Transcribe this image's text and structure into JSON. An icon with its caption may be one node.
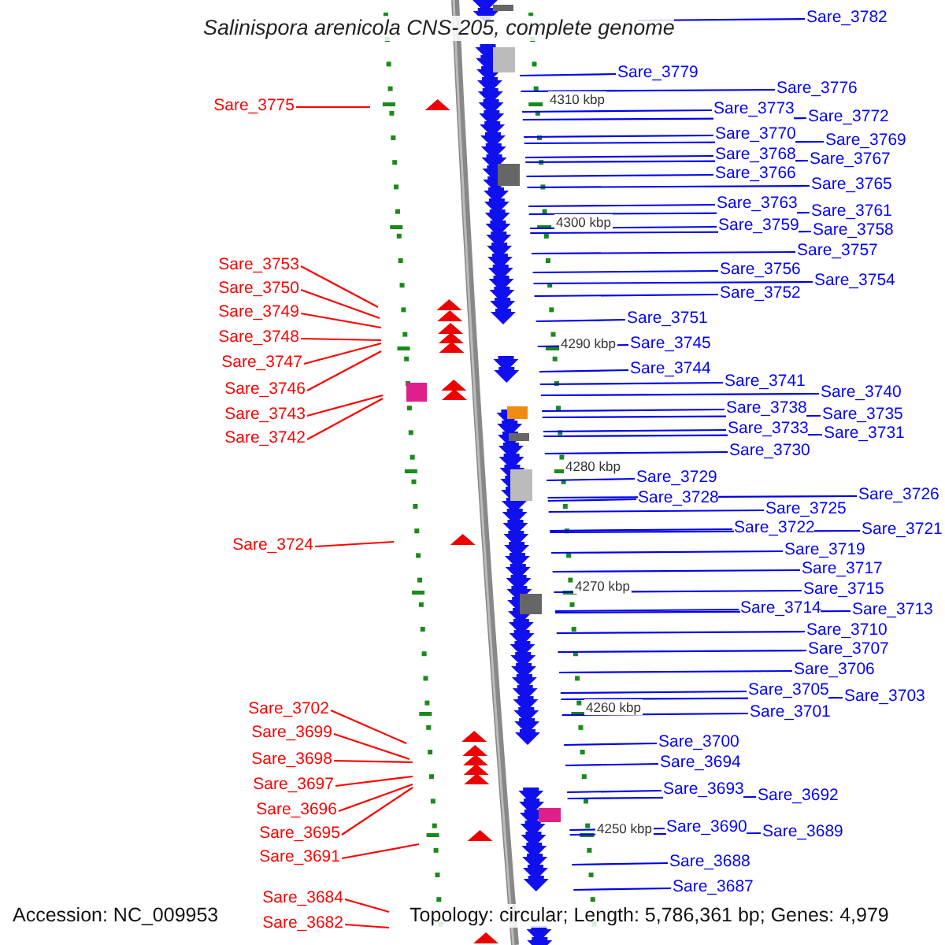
{
  "diagram": {
    "title": "Salinispora arenicola CNS-205, complete genome",
    "nodes": [
      {
        "text": [
          "Sare_3775"
        ]
      },
      {
        "text": [
          "Sare_3753"
        ]
      },
      {
        "text": [
          "Sare_3750"
        ]
      },
      {
        "text": [
          "Sare_3749"
        ]
      },
      {
        "text": [
          "Sare_3748"
        ]
      },
      {
        "text": [
          "Sare_3747"
        ]
      },
      {
        "text": [
          "Sare_3746"
        ]
      },
      {
        "text": [
          "Sare_3743"
        ]
      },
      {
        "text": [
          "Sare_3742"
        ]
      },
      {
        "text": [
          "Sare_3724"
        ]
      },
      {
        "text": [
          "Sare_3702"
        ]
      },
      {
        "text": [
          "Sare_3699"
        ]
      },
      {
        "text": [
          "Sare_3698"
        ]
      },
      {
        "text": [
          "Sare_3697"
        ]
      },
      {
        "text": [
          "Sare_3696"
        ]
      },
      {
        "text": [
          "Sare_3695"
        ]
      },
      {
        "text": [
          "Sare_3691"
        ]
      },
      {
        "text": [
          "Sare_3684"
        ]
      },
      {
        "text": [
          "Sare_3682"
        ]
      },
      {
        "text": [
          "Sare_3782"
        ]
      },
      {
        "text": [
          "Sare_3779"
        ]
      },
      {
        "text": [
          "Sare_3776"
        ]
      },
      {
        "text": [
          "Sare_3773"
        ]
      },
      {
        "text": [
          "Sare_3772"
        ]
      },
      {
        "text": [
          "Sare_3770"
        ]
      },
      {
        "text": [
          "Sare_3769"
        ]
      },
      {
        "text": [
          "Sare_3768"
        ]
      },
      {
        "text": [
          "Sare_3767"
        ]
      },
      {
        "text": [
          "Sare_3766"
        ]
      },
      {
        "text": [
          "Sare_3765"
        ]
      },
      {
        "text": [
          "Sare_3763"
        ]
      },
      {
        "text": [
          "Sare_3761"
        ]
      },
      {
        "text": [
          "Sare_3759"
        ]
      },
      {
        "text": [
          "Sare_3758"
        ]
      },
      {
        "text": [
          "Sare_3757"
        ]
      },
      {
        "text": [
          "Sare_3756"
        ]
      },
      {
        "text": [
          "Sare_3754"
        ]
      },
      {
        "text": [
          "Sare_3752"
        ]
      },
      {
        "text": [
          "Sare_3751"
        ]
      },
      {
        "text": [
          "Sare_3745"
        ]
      },
      {
        "text": [
          "Sare_3744"
        ]
      },
      {
        "text": [
          "Sare_3741"
        ]
      },
      {
        "text": [
          "Sare_3740"
        ]
      },
      {
        "text": [
          "Sare_3738"
        ]
      },
      {
        "text": [
          "Sare_3735"
        ]
      },
      {
        "text": [
          "Sare_3733"
        ]
      },
      {
        "text": [
          "Sare_3731"
        ]
      },
      {
        "text": [
          "Sare_3730"
        ]
      },
      {
        "text": [
          "Sare_3729"
        ]
      },
      {
        "text": [
          "Sare_3728"
        ]
      },
      {
        "text": [
          "Sare_3726"
        ]
      },
      {
        "text": [
          "Sare_3725"
        ]
      },
      {
        "text": [
          "Sare_3722"
        ]
      },
      {
        "text": [
          "Sare_3721"
        ]
      },
      {
        "text": [
          "Sare_3719"
        ]
      },
      {
        "text": [
          "Sare_3717"
        ]
      },
      {
        "text": [
          "Sare_3715"
        ]
      },
      {
        "text": [
          "Sare_3714"
        ]
      },
      {
        "text": [
          "Sare_3713"
        ]
      },
      {
        "text": [
          "Sare_3710"
        ]
      },
      {
        "text": [
          "Sare_3707"
        ]
      },
      {
        "text": [
          "Sare_3706"
        ]
      },
      {
        "text": [
          "Sare_3705"
        ]
      },
      {
        "text": [
          "Sare_3703"
        ]
      },
      {
        "text": [
          "Sare_3701"
        ]
      },
      {
        "text": [
          "Sare_3700"
        ]
      },
      {
        "text": [
          "Sare_3694"
        ]
      },
      {
        "text": [
          "Sare_3693"
        ]
      },
      {
        "text": [
          "Sare_3692"
        ]
      },
      {
        "text": [
          "Sare_3690"
        ]
      },
      {
        "text": [
          "Sare_3689"
        ]
      },
      {
        "text": [
          "Sare_3688"
        ]
      },
      {
        "text": [
          "Sare_3687"
        ]
      }
    ],
    "edges": [
      {
        "from": 0,
        "to": null,
        "arrow": "none",
        "color": "#ff0000"
      },
      {
        "from": 1,
        "to": null,
        "arrow": "none",
        "color": "#ff0000"
      },
      {
        "from": 2,
        "to": null,
        "arrow": "none",
        "color": "#ff0000"
      },
      {
        "from": 3,
        "to": null,
        "arrow": "none",
        "color": "#ff0000"
      },
      {
        "from": 4,
        "to": null,
        "arrow": "none",
        "color": "#ff0000"
      },
      {
        "from": 5,
        "to": null,
        "arrow": "none",
        "color": "#ff0000"
      },
      {
        "from": 6,
        "to": null,
        "arrow": "none",
        "color": "#ff0000"
      },
      {
        "from": 7,
        "to": null,
        "arrow": "none",
        "color": "#ff0000"
      },
      {
        "from": 8,
        "to": null,
        "arrow": "none",
        "color": "#ff0000"
      },
      {
        "from": 9,
        "to": null,
        "arrow": "none",
        "color": "#ff0000"
      },
      {
        "from": 10,
        "to": null,
        "arrow": "none",
        "color": "#ff0000"
      },
      {
        "from": 11,
        "to": null,
        "arrow": "none",
        "color": "#ff0000"
      },
      {
        "from": 12,
        "to": null,
        "arrow": "none",
        "color": "#ff0000"
      },
      {
        "from": 13,
        "to": null,
        "arrow": "none",
        "color": "#ff0000"
      },
      {
        "from": 14,
        "to": null,
        "arrow": "none",
        "color": "#ff0000"
      },
      {
        "from": 15,
        "to": null,
        "arrow": "none",
        "color": "#ff0000"
      },
      {
        "from": 16,
        "to": null,
        "arrow": "none",
        "color": "#ff0000"
      },
      {
        "from": 17,
        "to": null,
        "arrow": "none",
        "color": "#ff0000"
      },
      {
        "from": 18,
        "to": null,
        "arrow": "none",
        "color": "#ff0000"
      },
      {
        "from": 19,
        "to": null,
        "arrow": "none"
      },
      {
        "from": 20,
        "to": null,
        "arrow": "none"
      },
      {
        "from": 21,
        "to": null,
        "arrow": "none"
      },
      {
        "from": 22,
        "to": null,
        "arrow": "none"
      },
      {
        "from": 23,
        "to": null,
        "arrow": "none"
      },
      {
        "from": 24,
        "to": null,
        "arrow": "none"
      },
      {
        "from": 25,
        "to": null,
        "arrow": "none"
      },
      {
        "from": 26,
        "to": null,
        "arrow": "none"
      },
      {
        "from": 27,
        "to": null,
        "arrow": "none"
      },
      {
        "from": 28,
        "to": null,
        "arrow": "none"
      },
      {
        "from": 29,
        "to": null,
        "arrow": "none"
      },
      {
        "from": 30,
        "to": null,
        "arrow": "none"
      },
      {
        "from": 31,
        "to": null,
        "arrow": "none"
      },
      {
        "from": 32,
        "to": null,
        "arrow": "none"
      },
      {
        "from": 33,
        "to": null,
        "arrow": "none"
      },
      {
        "from": 34,
        "to": null,
        "arrow": "none"
      },
      {
        "from": 35,
        "to": null,
        "arrow": "none"
      },
      {
        "from": 36,
        "to": null,
        "arrow": "none"
      },
      {
        "from": 37,
        "to": null,
        "arrow": "none"
      },
      {
        "from": 38,
        "to": null,
        "arrow": "none"
      },
      {
        "from": 39,
        "to": null,
        "arrow": "none"
      },
      {
        "from": 40,
        "to": null,
        "arrow": "none"
      },
      {
        "from": 41,
        "to": null,
        "arrow": "none"
      },
      {
        "from": 42,
        "to": null,
        "arrow": "none"
      },
      {
        "from": 43,
        "to": null,
        "arrow": "none"
      },
      {
        "from": 44,
        "to": null,
        "arrow": "none"
      },
      {
        "from": 45,
        "to": null,
        "arrow": "none"
      },
      {
        "from": 46,
        "to": null,
        "arrow": "none"
      },
      {
        "from": 47,
        "to": null,
        "arrow": "none"
      },
      {
        "from": 48,
        "to": null,
        "arrow": "none"
      },
      {
        "from": 49,
        "to": null,
        "arrow": "none"
      },
      {
        "from": 50,
        "to": null,
        "arrow": "none"
      },
      {
        "from": 51,
        "to": null,
        "arrow": "none"
      },
      {
        "from": 52,
        "to": null,
        "arrow": "none"
      },
      {
        "from": 53,
        "to": null,
        "arrow": "none"
      },
      {
        "from": 54,
        "to": null,
        "arrow": "none"
      },
      {
        "from": 55,
        "to": null,
        "arrow": "none"
      },
      {
        "from": 56,
        "to": null,
        "arrow": "none"
      },
      {
        "from": 57,
        "to": null,
        "arrow": "none"
      },
      {
        "from": 58,
        "to": null,
        "arrow": "none"
      },
      {
        "from": 59,
        "to": null,
        "arrow": "none"
      },
      {
        "from": 60,
        "to": null,
        "arrow": "none"
      },
      {
        "from": 61,
        "to": null,
        "arrow": "none"
      },
      {
        "from": 62,
        "to": null,
        "arrow": "none"
      },
      {
        "from": 63,
        "to": null,
        "arrow": "none"
      },
      {
        "from": 64,
        "to": null,
        "arrow": "none"
      },
      {
        "from": 65,
        "to": null,
        "arrow": "none"
      },
      {
        "from": 66,
        "to": null,
        "arrow": "none"
      },
      {
        "from": 67,
        "to": null,
        "arrow": "none"
      },
      {
        "from": 68,
        "to": null,
        "arrow": "none"
      },
      {
        "from": 69,
        "to": null,
        "arrow": "none"
      },
      {
        "from": 70,
        "to": null,
        "arrow": "none"
      },
      {
        "from": 71,
        "to": null,
        "arrow": "none"
      },
      {
        "from": 72,
        "to": null,
        "arrow": "none"
      }
    ],
    "labels": [
      "4310 kbp",
      "4300 kbp",
      "4290 kbp",
      "4280 kbp",
      "4270 kbp",
      "4260 kbp",
      "4250 kbp",
      "Accession: NC_009953",
      "Topology: circular; Length: 5,786,361 bp; Genes: 4,979"
    ]
  }
}
